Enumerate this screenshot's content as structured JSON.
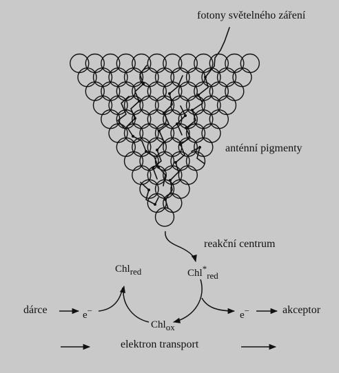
{
  "labels": {
    "photons": "fotony světelného záření",
    "antenna": "anténní pigmenty",
    "reaction_center": "reakční centrum",
    "donor": "dárce",
    "acceptor": "akceptor",
    "electron_transport": "elektron transport"
  },
  "chem": {
    "chl": "Chl",
    "red": "red",
    "ox": "ox",
    "star": "*",
    "electron": "e",
    "minus": "−"
  },
  "colors": {
    "background": "#c9c9c9",
    "ink": "#111111"
  }
}
